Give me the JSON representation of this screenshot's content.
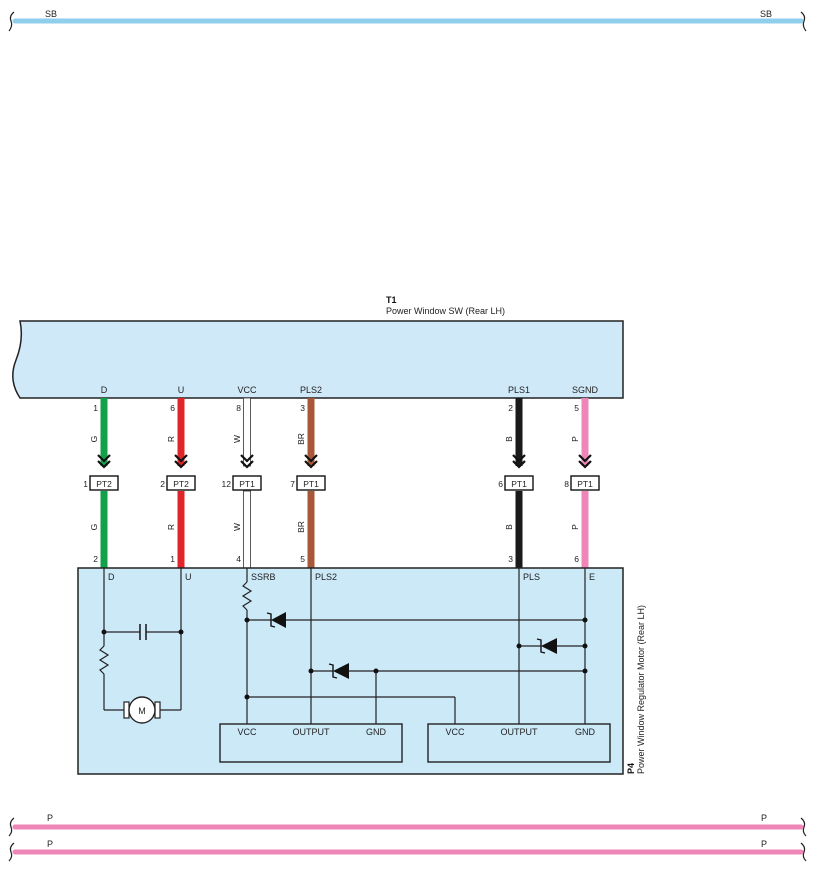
{
  "buses": [
    {
      "label_left": "SB",
      "label_right": "SB",
      "color": "#8fcfec"
    },
    {
      "label_left": "P",
      "label_right": "P",
      "color": "#ee86b8"
    },
    {
      "label_left": "P",
      "label_right": "P",
      "color": "#ee86b8"
    }
  ],
  "switch": {
    "code": "T1",
    "name": "Power Window SW (Rear LH)",
    "fill": "#cfe9f8",
    "terminals": [
      "D",
      "U",
      "VCC",
      "PLS2",
      "PLS1",
      "SGND"
    ]
  },
  "wires": [
    {
      "sw_pin": "1",
      "color_code": "G",
      "conn_pin": "1",
      "conn": "PT2",
      "motor_pin": "2",
      "color": "#12a14a"
    },
    {
      "sw_pin": "6",
      "color_code": "R",
      "conn_pin": "2",
      "conn": "PT2",
      "motor_pin": "1",
      "color": "#e0242a"
    },
    {
      "sw_pin": "8",
      "color_code": "W",
      "conn_pin": "12",
      "conn": "PT1",
      "motor_pin": "4",
      "color": "#ffffff"
    },
    {
      "sw_pin": "3",
      "color_code": "BR",
      "conn_pin": "7",
      "conn": "PT1",
      "motor_pin": "5",
      "color": "#a8573a"
    },
    {
      "sw_pin": "2",
      "color_code": "B",
      "conn_pin": "6",
      "conn": "PT1",
      "motor_pin": "3",
      "color": "#1a1a1a"
    },
    {
      "sw_pin": "5",
      "color_code": "P",
      "conn_pin": "8",
      "conn": "PT1",
      "motor_pin": "6",
      "color": "#ee86b8"
    }
  ],
  "motor": {
    "code": "P4",
    "name": "Power Window Regulator Motor (Rear LH)",
    "fill": "#cce9f8",
    "terminals": [
      "D",
      "U",
      "SSRB",
      "PLS2",
      "PLS",
      "E"
    ],
    "motor_symbol": "M",
    "ic_left": {
      "vcc": "VCC",
      "output": "OUTPUT",
      "gnd": "GND"
    },
    "ic_right": {
      "vcc": "VCC",
      "output": "OUTPUT",
      "gnd": "GND"
    }
  }
}
